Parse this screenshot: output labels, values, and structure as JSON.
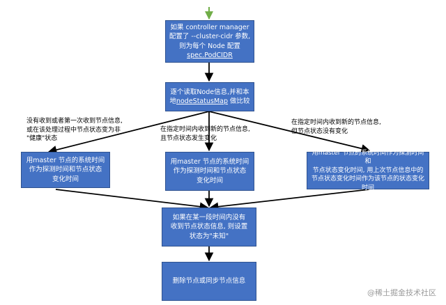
{
  "colors": {
    "box_fill": "#4472C4",
    "box_border": "#2F528F",
    "box_text": "#FFFFFF",
    "arrow": "#000000",
    "entry_arrow": "#70AD47"
  },
  "nodes": {
    "start": {
      "line1": "如果 controller manager",
      "line2": "配置了 --cluster-cidr 参数,",
      "line3": "则为每个 Node 配置",
      "line4": "spec.PodCIDR"
    },
    "read": {
      "line1": "逐个读取Node信息,并和本",
      "line2_pre": "地",
      "line2_link": "nodeStatusMap",
      "line2_post": " 做比较"
    },
    "left": {
      "line1": "用master 节点的系统时间",
      "line2": "作为探测时间和节点状态",
      "line3": "变化时间"
    },
    "middle": {
      "line1": "用master 节点的系统时间",
      "line2": "作为探测时间和节点状态",
      "line3": "变化时间"
    },
    "right": {
      "line1": "用master 节点的系统时间作为探测时间和",
      "line2": "节点状态变化时间, 用上次节点信息中的",
      "line3": "节点状态变化时间作为该节点的状态变化",
      "line4": "时间"
    },
    "unknown": {
      "line1": "如果在某一段时间内没有",
      "line2": "收到节点状态信息, 则设置",
      "line3": "状态为\"未知\""
    },
    "delete": {
      "line1": "删除节点或同步节点信息"
    }
  },
  "edge_labels": {
    "left": {
      "line1": "没有收到或者第一次收到节点信息,",
      "line2": "或在该处理过程中节点状态变为非",
      "line3": "\"健康\"状态"
    },
    "middle": {
      "line1": "在指定时间内收到新的节点信息,",
      "line2": "且节点状态发生变化"
    },
    "right": {
      "line1": "在指定时间内收到新的节点信息,",
      "line2": "但节点状态没有变化"
    }
  },
  "watermark": "@稀土掘金技术社区"
}
